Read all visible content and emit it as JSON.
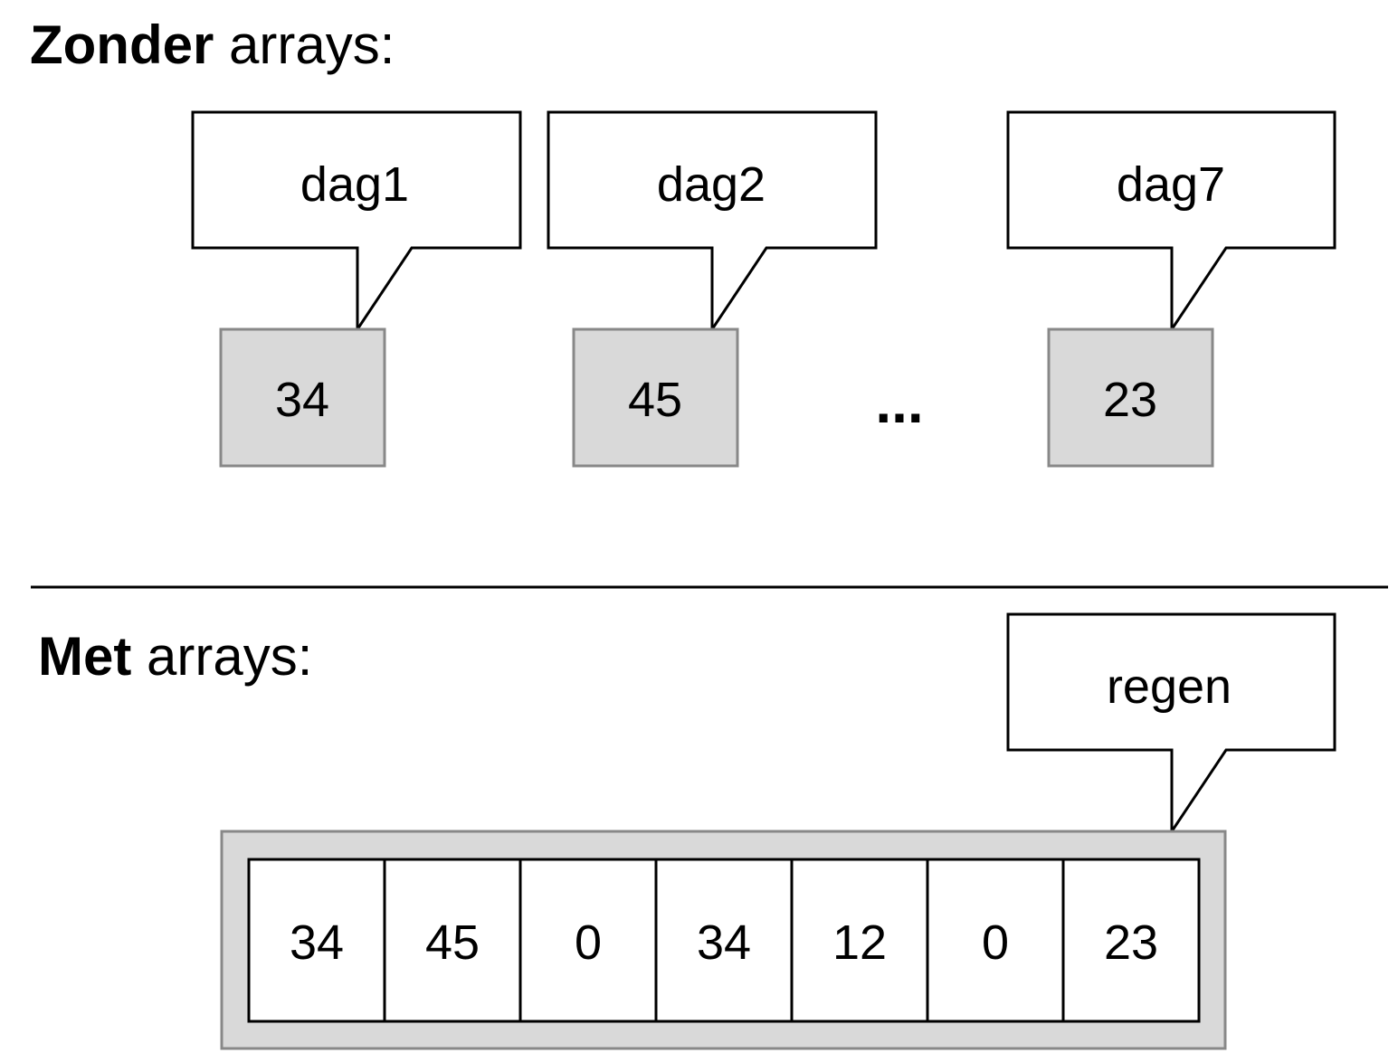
{
  "without_arrays": {
    "title_bold": "Zonder",
    "title_rest": " arrays:",
    "variables": [
      {
        "name": "dag1",
        "value": "34"
      },
      {
        "name": "dag2",
        "value": "45"
      },
      {
        "name": "dag7",
        "value": "23"
      }
    ],
    "ellipsis": "..."
  },
  "with_arrays": {
    "title_bold": "Met",
    "title_rest": " arrays:",
    "array_name": "regen",
    "values": [
      "34",
      "45",
      "0",
      "34",
      "12",
      "0",
      "23"
    ]
  },
  "colors": {
    "cell_fill": "#d9d9d9",
    "cell_border": "#888888",
    "line": "#000000"
  }
}
